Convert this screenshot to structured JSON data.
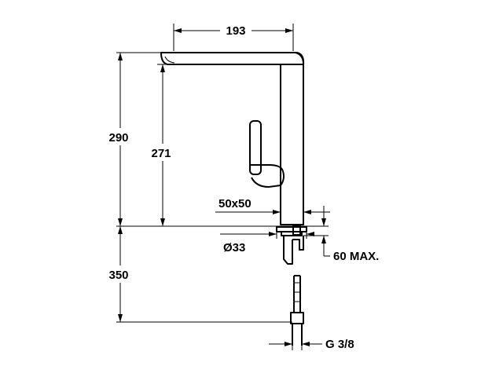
{
  "dimensions": {
    "spout_reach": "193",
    "total_height": "290",
    "spout_height": "271",
    "base_size": "50x50",
    "hole_diameter": "Ø33",
    "max_thickness": "60 MAX.",
    "hose_length": "350",
    "thread": "G 3/8"
  },
  "colors": {
    "line": "#000000",
    "background": "#ffffff"
  }
}
